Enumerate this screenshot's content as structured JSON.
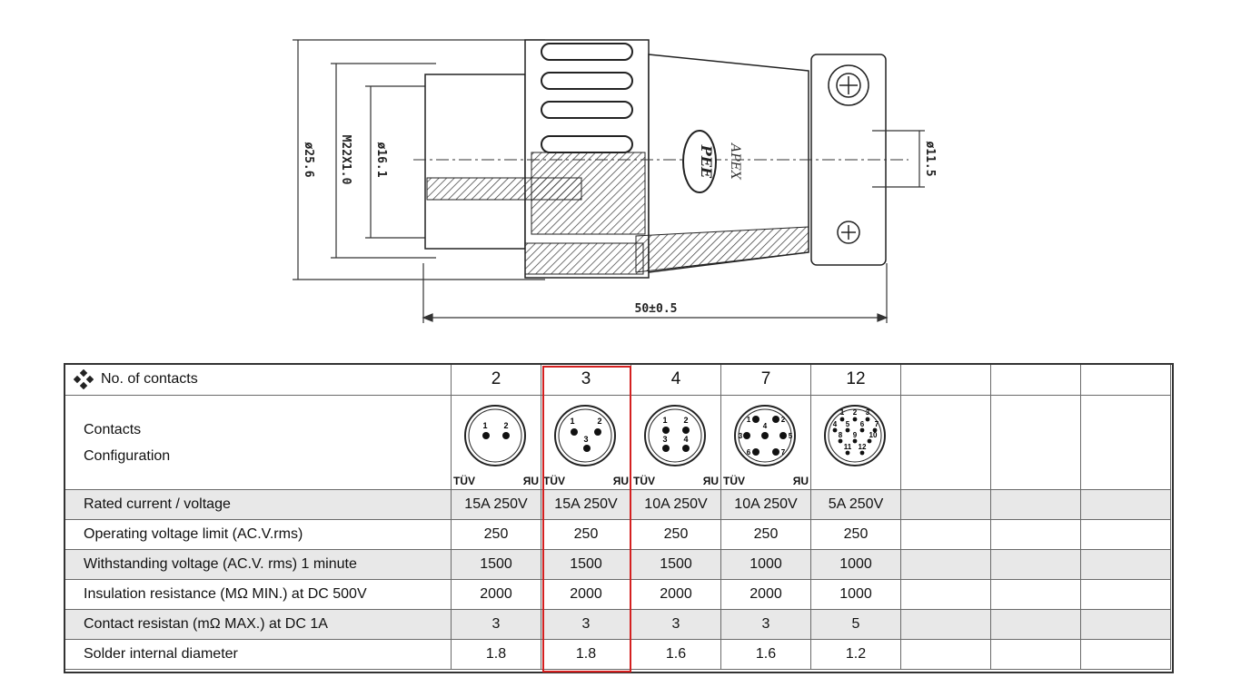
{
  "drawing": {
    "dim_outer_diameter": "ø25.6",
    "dim_thread": "M22X1.0",
    "dim_inner_diameter": "ø16.1",
    "dim_cable": "ø11.5",
    "dim_length": "50±0.5",
    "brand_logo": "PEE",
    "brand_text": "APEX"
  },
  "table": {
    "header_label": "No. of contacts",
    "columns": [
      "2",
      "3",
      "4",
      "7",
      "12",
      "",
      "",
      ""
    ],
    "config_label_line1": "Contacts",
    "config_label_line2": "Configuration",
    "cert_tuv": "TÜV",
    "cert_ul": "ЯU",
    "pin_layouts": {
      "c2": [
        "1",
        "2"
      ],
      "c3": [
        "1",
        "2",
        "3"
      ],
      "c4": [
        "1",
        "2",
        "3",
        "4"
      ],
      "c7": [
        "1",
        "2",
        "3",
        "4",
        "5",
        "6",
        "7"
      ],
      "c12": [
        "1",
        "2",
        "3",
        "4",
        "5",
        "6",
        "7",
        "8",
        "9",
        "10",
        "11",
        "12"
      ]
    },
    "rows": [
      {
        "label": "Rated current / voltage",
        "values": [
          "15A 250V",
          "15A 250V",
          "10A 250V",
          "10A 250V",
          "5A 250V",
          "",
          "",
          ""
        ]
      },
      {
        "label": "Operating voltage limit (AC.V.rms)",
        "values": [
          "250",
          "250",
          "250",
          "250",
          "250",
          "",
          "",
          ""
        ]
      },
      {
        "label": "Withstanding voltage (AC.V. rms) 1 minute",
        "values": [
          "1500",
          "1500",
          "1500",
          "1000",
          "1000",
          "",
          "",
          ""
        ]
      },
      {
        "label": "Insulation resistance (MΩ MIN.) at DC 500V",
        "values": [
          "2000",
          "2000",
          "2000",
          "2000",
          "1000",
          "",
          "",
          ""
        ]
      },
      {
        "label": "Contact resistan (mΩ MAX.) at DC 1A",
        "values": [
          "3",
          "3",
          "3",
          "3",
          "5",
          "",
          "",
          ""
        ]
      },
      {
        "label": "Solder internal diameter",
        "values": [
          "1.8",
          "1.8",
          "1.6",
          "1.6",
          "1.2",
          "",
          "",
          ""
        ]
      }
    ],
    "highlight_color": "#d42020"
  }
}
